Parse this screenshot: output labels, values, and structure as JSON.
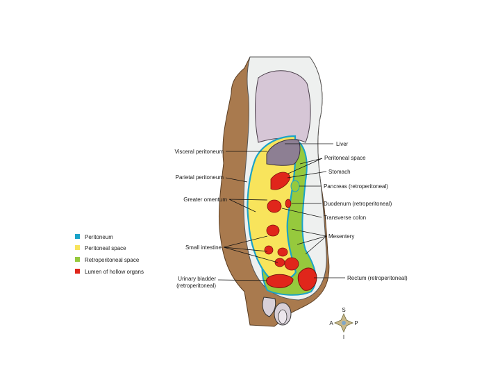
{
  "labels": {
    "visceral_peritoneum": "Visceral peritoneum",
    "parietal_peritoneum": "Parietal peritoneum",
    "greater_omentum": "Greater omentum",
    "small_intestine": "Small intestine",
    "urinary_bladder_line1": "Urinary bladder",
    "urinary_bladder_line2": "(retroperitoneal)",
    "liver": "Liver",
    "peritoneal_space": "Peritoneal space",
    "stomach": "Stomach",
    "pancreas": "Pancreas (retroperitoneal)",
    "duodenum": "Duodenum (retroperitoneal)",
    "transverse_colon": "Transverse colon",
    "mesentery": "Mesentery",
    "rectum": "Rectum (retroperitoneal)"
  },
  "legend": [
    {
      "label": "Peritoneum",
      "color": "#1aa3c8"
    },
    {
      "label": "Peritoneal space",
      "color": "#f8e45c"
    },
    {
      "label": "Retroperitoneal space",
      "color": "#96c93d"
    },
    {
      "label": "Lumen of hollow organs",
      "color": "#e0261b"
    }
  ],
  "compass": {
    "s": "S",
    "a": "A",
    "p": "P",
    "i": "I"
  },
  "colors": {
    "skin": "#a97a4e",
    "body_cavity": "#eef0ef",
    "lung": "#d6c6d6",
    "liver": "#8d7f93",
    "peritoneum": "#1aa3c8",
    "peritoneal_space": "#f8e45c",
    "retroperitoneal": "#96c93d",
    "lumen": "#e0261b"
  }
}
